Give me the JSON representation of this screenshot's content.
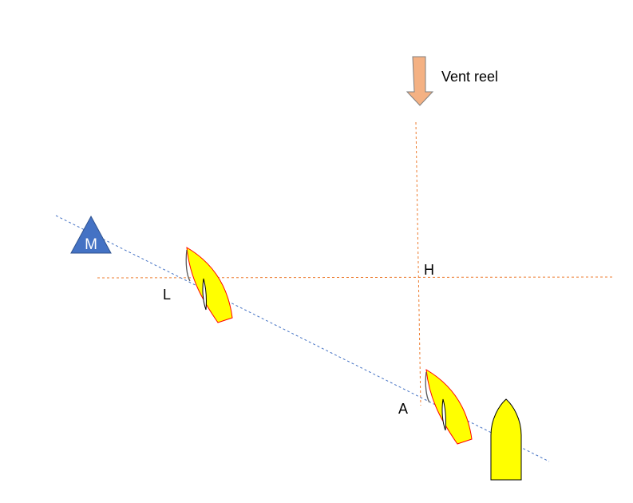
{
  "wind": {
    "label": "Vent reel",
    "arrow_fill": "#F4B183",
    "arrow_stroke": "#7F7F7F",
    "icon": "down-arrow-icon"
  },
  "mark": {
    "label": "M",
    "fill": "#4472C4",
    "stroke": "#2F528F",
    "icon": "triangle-buoy-icon"
  },
  "points": {
    "L": "L",
    "H": "H",
    "A": "A"
  },
  "lines": {
    "layline_color": "#4472C4",
    "guide_color": "#ED7D31"
  },
  "boats": {
    "hull_fill": "#FFFF00",
    "hull_stroke_sailing": "#FF0000",
    "hull_stroke_moored": "#000000",
    "icons": [
      "sailboat-icon",
      "sailboat-icon",
      "boat-icon"
    ]
  }
}
